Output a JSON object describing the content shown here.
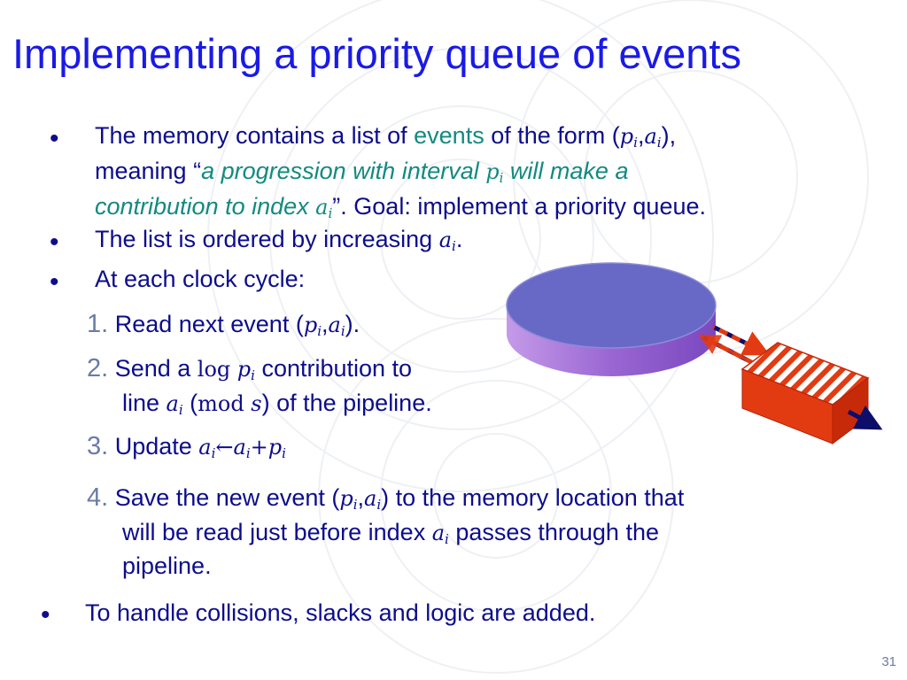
{
  "title": "Implementing a priority queue of events",
  "bullets": {
    "b1": {
      "l1_a": "The memory contains a list of ",
      "l1_events": "events",
      "l1_b": " of the form (",
      "p": "p",
      "a": "a",
      "i": "i",
      "comma": ",",
      "close_comma": "),",
      "l2_a": "meaning “",
      "l2_italic": "a progression with interval ",
      "l2_italic2": " will make a",
      "l3_italic": "contribution to index ",
      "l3_b": "”.  Goal: implement a priority queue."
    },
    "b2": {
      "text_a": "The list is ordered by increasing ",
      "text_b": "."
    },
    "b3": {
      "text": "At each clock cycle:"
    }
  },
  "steps": {
    "s1": {
      "num": "1.",
      "text_a": " Read next event (",
      "text_b": ")."
    },
    "s2": {
      "num": "2.",
      "text_a": " Send a ",
      "log": "log",
      "text_b": " contribution to",
      "l2_a": "line ",
      "mod": "mod",
      "s": "s",
      "l2_b": ") of the pipeline.",
      "paren": "("
    },
    "s3": {
      "num": "3.",
      "text_a": " Update ",
      "arrow": "←",
      "plus": "+"
    },
    "s4": {
      "num": "4.",
      "text_a": " Save the new event (",
      "text_b": ") to the memory location that",
      "l2_a": "will be read just before index ",
      "l2_b": " passes through the",
      "l3": "pipeline."
    }
  },
  "last_bullet": "To handle collisions, slacks and logic are added.",
  "bullet_char": "•",
  "page_number": "31",
  "colors": {
    "title": "#1a1ae6",
    "body": "#0d0d8c",
    "accent": "#138a80",
    "disk_top": "#6666c8",
    "disk_side": "#a070d8",
    "block": "#e23b12"
  }
}
